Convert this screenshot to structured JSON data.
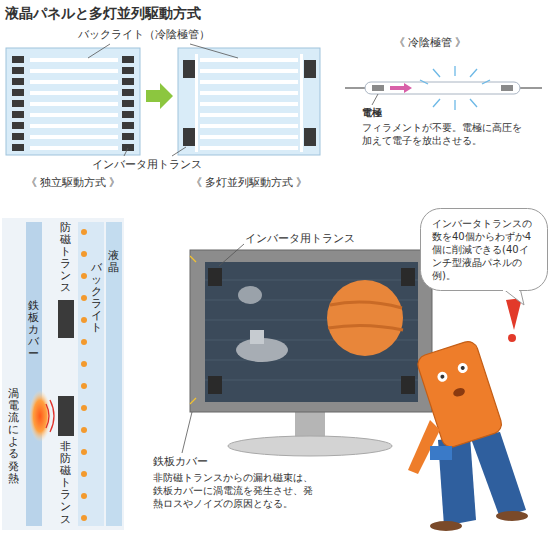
{
  "diagram": {
    "title": "液晶パネルと多灯並列駆動方式",
    "nodes": [
      {
        "text": [
          "インバータトランスの数を40個からわずか4個に削減できる(40インチ型液晶パネルの例)。"
        ]
      }
    ],
    "labels": [
      "バックライト（冷陰極管）",
      "インバータ用トランス",
      "《 独立駆動方式 》",
      "《 多灯並列駆動方式 》",
      "《 冷陰極管 》",
      "電極",
      "フィラメントが不要。電極に高圧を加えて電子を放出させる。",
      "防磁トランス",
      "鉄板カバー",
      "渦電流による発熱",
      "非防磁トランス",
      "液晶",
      "バックライト",
      "インバータ用トランス",
      "鉄板カバー",
      "非防磁トランスからの漏れ磁束は、鉄板カバーに渦電流を発生させ、発熱ロスやノイズの原因となる。"
    ]
  }
}
